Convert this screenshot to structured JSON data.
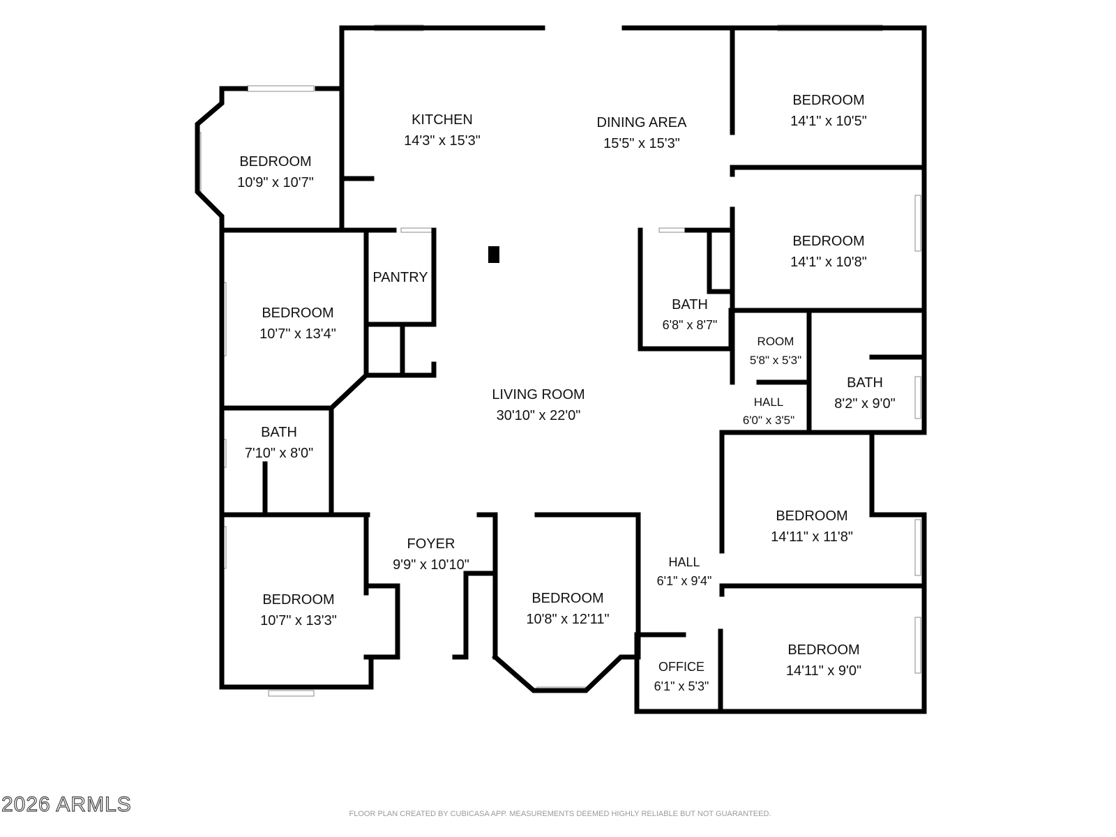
{
  "rooms": {
    "kitchen": {
      "name": "KITCHEN",
      "dim": "14'3\" x 15'3\""
    },
    "dining": {
      "name": "DINING AREA",
      "dim": "15'5\" x 15'3\""
    },
    "bedroom_nw": {
      "name": "BEDROOM",
      "dim": "10'9\" x 10'7\""
    },
    "bedroom_ne1": {
      "name": "BEDROOM",
      "dim": "14'1\" x 10'5\""
    },
    "bedroom_ne2": {
      "name": "BEDROOM",
      "dim": "14'1\" x 10'8\""
    },
    "pantry": {
      "name": "PANTRY"
    },
    "bedroom_w1": {
      "name": "BEDROOM",
      "dim": "10'7\" x 13'4\""
    },
    "bath_center": {
      "name": "BATH",
      "dim": "6'8\" x 8'7\""
    },
    "room_small": {
      "name": "ROOM",
      "dim": "5'8\" x 5'3\""
    },
    "bath_east": {
      "name": "BATH",
      "dim": "8'2\" x 9'0\""
    },
    "hall_east": {
      "name": "HALL",
      "dim": "6'0\" x 3'5\""
    },
    "living": {
      "name": "LIVING ROOM",
      "dim": "30'10\" x 22'0\""
    },
    "bath_west": {
      "name": "BATH",
      "dim": "7'10\" x 8'0\""
    },
    "bedroom_se1": {
      "name": "BEDROOM",
      "dim": "14'11\" x 11'8\""
    },
    "foyer": {
      "name": "FOYER",
      "dim": "9'9\" x 10'10\""
    },
    "hall_south": {
      "name": "HALL",
      "dim": "6'1\" x 9'4\""
    },
    "bedroom_sw": {
      "name": "BEDROOM",
      "dim": "10'7\" x 13'3\""
    },
    "bedroom_s": {
      "name": "BEDROOM",
      "dim": "10'8\" x 12'11\""
    },
    "bedroom_se2": {
      "name": "BEDROOM",
      "dim": "14'11\" x 9'0\""
    },
    "office": {
      "name": "OFFICE",
      "dim": "6'1\" x 5'3\""
    }
  },
  "watermark": "2026 ARMLS",
  "disclaimer": "FLOOR PLAN CREATED BY CUBICASA APP. MEASUREMENTS DEEMED HIGHLY RELIABLE BUT NOT GUARANTEED."
}
